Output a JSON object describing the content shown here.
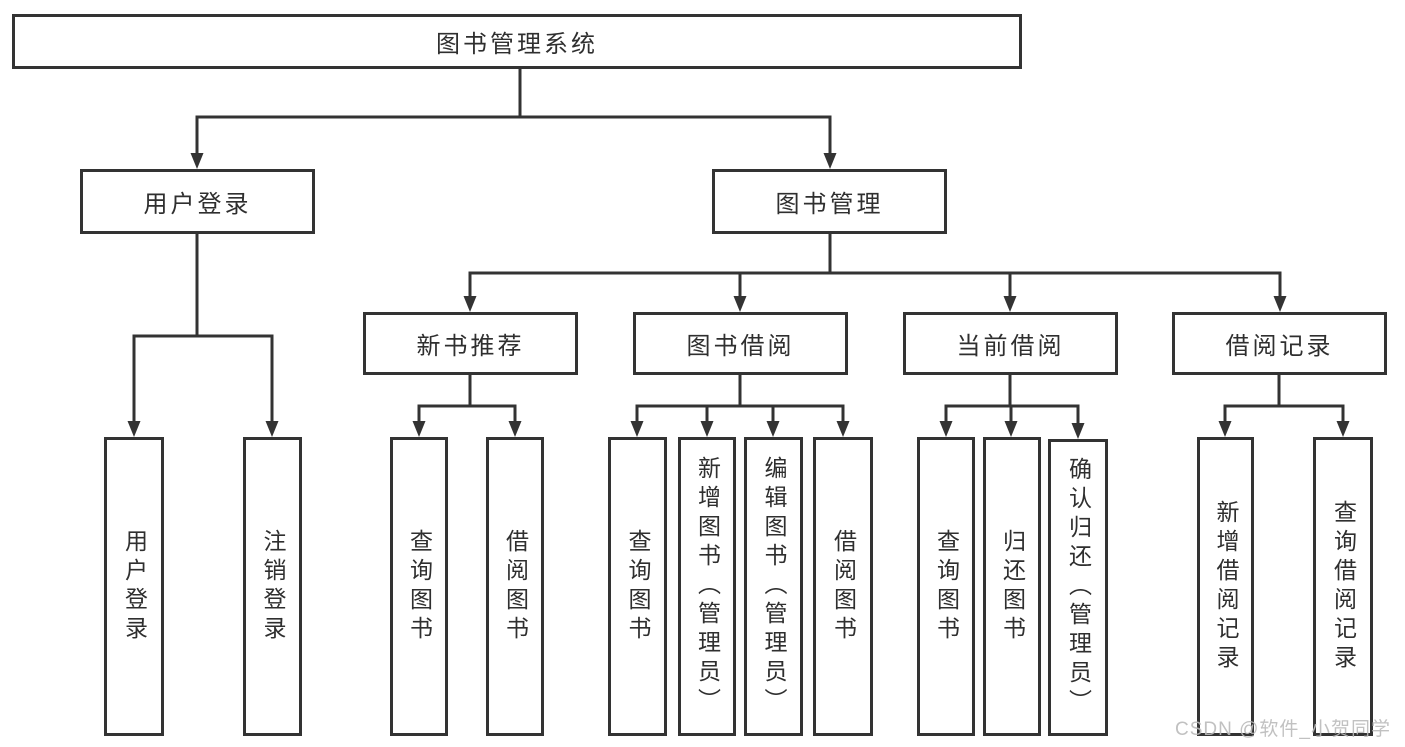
{
  "diagram": {
    "type": "hierarchy-tree",
    "root": {
      "label": "图书管理系统"
    },
    "level2": {
      "user_login": {
        "label": "用户登录"
      },
      "book_management": {
        "label": "图书管理"
      }
    },
    "level3": {
      "new_book_recommend": {
        "label": "新书推荐",
        "parent": "图书管理"
      },
      "book_borrow": {
        "label": "图书借阅",
        "parent": "图书管理"
      },
      "current_borrow": {
        "label": "当前借阅",
        "parent": "图书管理"
      },
      "borrow_records": {
        "label": "借阅记录",
        "parent": "图书管理"
      }
    },
    "leaves": {
      "user_login": {
        "label": "用户登录",
        "parent": "用户登录"
      },
      "logout": {
        "label": "注销登录",
        "parent": "用户登录"
      },
      "recommend_query_books": {
        "label": "查询图书",
        "parent": "新书推荐"
      },
      "recommend_borrow_books": {
        "label": "借阅图书",
        "parent": "新书推荐"
      },
      "borrow_query_books": {
        "label": "查询图书",
        "parent": "图书借阅"
      },
      "borrow_add_books_admin": {
        "label": "新增图书（管理员）",
        "parent": "图书借阅"
      },
      "borrow_edit_books_admin": {
        "label": "编辑图书（管理员）",
        "parent": "图书借阅"
      },
      "borrow_borrow_books": {
        "label": "借阅图书",
        "parent": "图书借阅"
      },
      "current_query_books": {
        "label": "查询图书",
        "parent": "当前借阅"
      },
      "current_return_books": {
        "label": "归还图书",
        "parent": "当前借阅"
      },
      "current_confirm_return_admin": {
        "label": "确认归还（管理员）",
        "parent": "当前借阅"
      },
      "records_add_record": {
        "label": "新增借阅记录",
        "parent": "借阅记录"
      },
      "records_query_record": {
        "label": "查询借阅记录",
        "parent": "借阅记录"
      }
    },
    "watermark": "CSDN @软件_小贺同学",
    "colors": {
      "line": "#333333",
      "text": "#2f2f2f",
      "box_fill": "#ffffff",
      "watermark": "#bababa",
      "background": "#ffffff"
    }
  }
}
